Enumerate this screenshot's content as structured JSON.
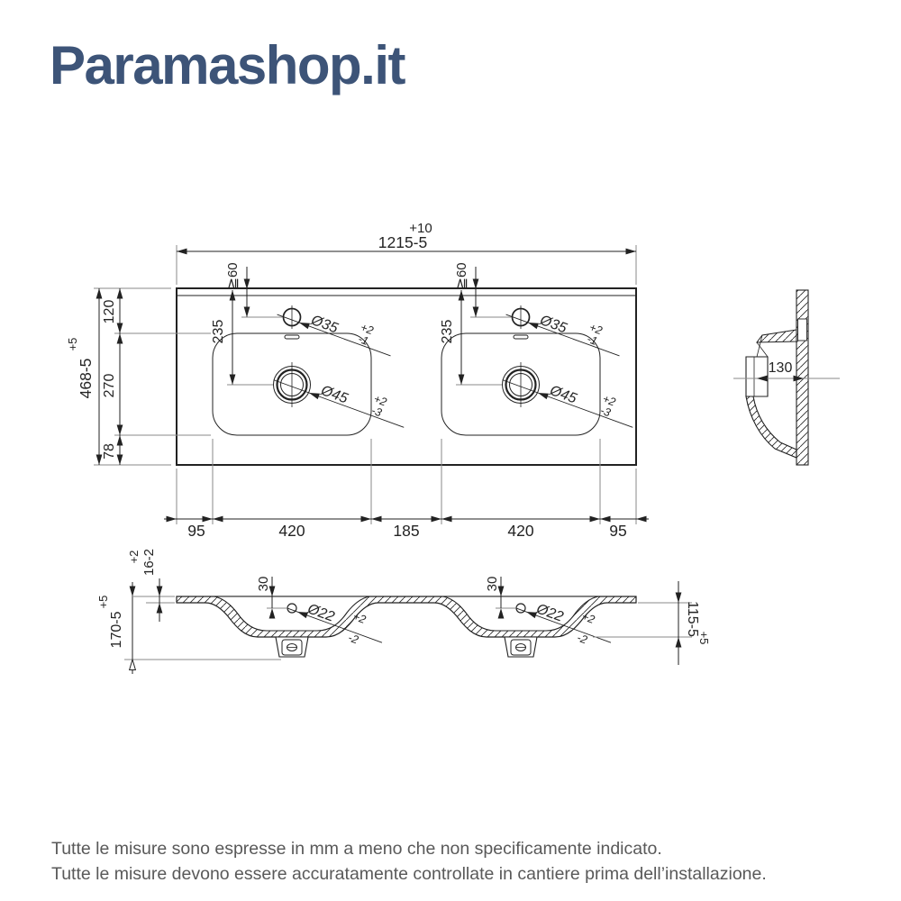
{
  "logo": {
    "text": "Paramashop.it"
  },
  "colors": {
    "logo-color": "#3d5478",
    "note-color": "#595959",
    "line-color": "#222222",
    "ext-color": "#8a8a8a"
  },
  "notes": {
    "line1": "Tutte le misure sono espresse in mm a meno che non specificamente indicato.",
    "line2": "Tutte le misure devono essere accuratamente controllate in cantiere prima dell’installazione."
  },
  "top_view": {
    "width": {
      "value": "1215-5",
      "tol": "+10"
    },
    "height": {
      "value": "468-5",
      "tol": "+5"
    },
    "height_segments": {
      "s120": "120",
      "s270": "270",
      "s78": "78"
    },
    "bottom_segments": [
      "95",
      "420",
      "185",
      "420",
      "95"
    ],
    "min_edge": "≧60",
    "drain_offset": "235",
    "faucet_hole": {
      "dia": "Ø35",
      "plus": "+2",
      "minus": "-1"
    },
    "drain_hole": {
      "dia": "Ø45",
      "plus": "+2",
      "minus": "-3"
    }
  },
  "side_view": {
    "depth": "130"
  },
  "section_view": {
    "thickness": {
      "value": "16-2",
      "tol": "+2"
    },
    "height": {
      "value": "170-5",
      "tol": "+5"
    },
    "basin_height": {
      "value": "115-5",
      "tol": "+5"
    },
    "overflow_offset": "30",
    "overflow_hole": {
      "dia": "Ø22",
      "plus": "+2",
      "minus": "-2"
    }
  }
}
